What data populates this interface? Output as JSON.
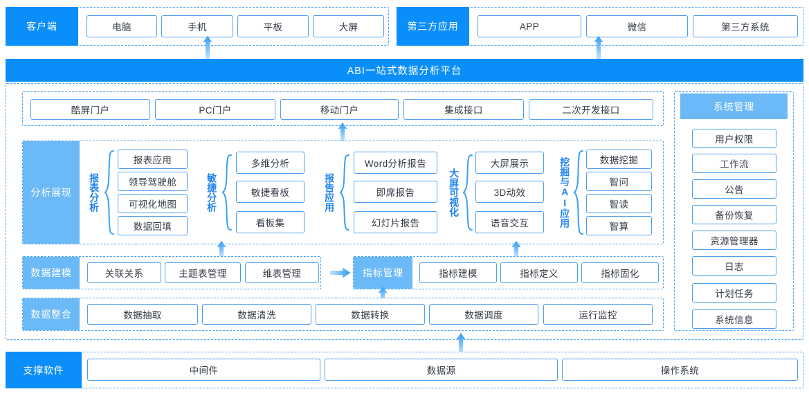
{
  "colors": {
    "brand_blue": "#0a8ef9",
    "light_blue": "#6bb9f6",
    "box_border": "#4e9ef0",
    "dashed_border": "#4aa3f5",
    "text_dark": "#333a45",
    "label_blue": "#1e83ec"
  },
  "top_row": {
    "client": {
      "label": "客户端",
      "items": [
        {
          "label": "电脑"
        },
        {
          "label": "手机"
        },
        {
          "label": "平板"
        },
        {
          "label": "大屏"
        }
      ]
    },
    "third_party": {
      "label": "第三方应用",
      "items": [
        {
          "label": "APP"
        },
        {
          "label": "微信"
        },
        {
          "label": "第三方系统"
        }
      ]
    }
  },
  "platform": {
    "title": "ABI一站式数据分析平台",
    "portal": {
      "items": [
        {
          "label": "酷屏门户"
        },
        {
          "label": "PC门户"
        },
        {
          "label": "移动门户"
        },
        {
          "label": "集成接口"
        },
        {
          "label": "二次开发接口"
        }
      ]
    },
    "analysis": {
      "label": "分析展现",
      "groups": [
        {
          "name": "报表分析",
          "items": [
            {
              "label": "报表应用"
            },
            {
              "label": "领导驾驶舱"
            },
            {
              "label": "可视化地图"
            },
            {
              "label": "数据回填"
            }
          ]
        },
        {
          "name": "敏捷分析",
          "items": [
            {
              "label": "多维分析"
            },
            {
              "label": "敏捷看板"
            },
            {
              "label": "看板集"
            }
          ]
        },
        {
          "name": "报告应用",
          "items": [
            {
              "label": "Word分析报告"
            },
            {
              "label": "即席报告"
            },
            {
              "label": "幻灯片报告"
            }
          ]
        },
        {
          "name": "大屏可视化",
          "items": [
            {
              "label": "大屏展示"
            },
            {
              "label": "3D动效"
            },
            {
              "label": "语音交互"
            }
          ]
        },
        {
          "name": "挖掘与AI应用",
          "items": [
            {
              "label": "数据挖掘"
            },
            {
              "label": "智问"
            },
            {
              "label": "智读"
            },
            {
              "label": "智算"
            }
          ]
        }
      ]
    },
    "modeling": {
      "label": "数据建模",
      "left_items": [
        {
          "label": "关联关系"
        },
        {
          "label": "主题表管理"
        },
        {
          "label": "维表管理"
        }
      ],
      "metric_label": "指标管理",
      "right_items": [
        {
          "label": "指标建模"
        },
        {
          "label": "指标定义"
        },
        {
          "label": "指标固化"
        }
      ]
    },
    "integration": {
      "label": "数据整合",
      "items": [
        {
          "label": "数据抽取"
        },
        {
          "label": "数据清洗"
        },
        {
          "label": "数据转换"
        },
        {
          "label": "数据调度"
        },
        {
          "label": "运行监控"
        }
      ]
    },
    "system_management": {
      "label": "系统管理",
      "items": [
        {
          "label": "用户权限"
        },
        {
          "label": "工作流"
        },
        {
          "label": "公告"
        },
        {
          "label": "备份恢复"
        },
        {
          "label": "资源管理器"
        },
        {
          "label": "日志"
        },
        {
          "label": "计划任务"
        },
        {
          "label": "系统信息"
        }
      ]
    }
  },
  "bottom_row": {
    "label": "支撑软件",
    "items": [
      {
        "label": "中间件"
      },
      {
        "label": "数据源"
      },
      {
        "label": "操作系统"
      }
    ]
  }
}
